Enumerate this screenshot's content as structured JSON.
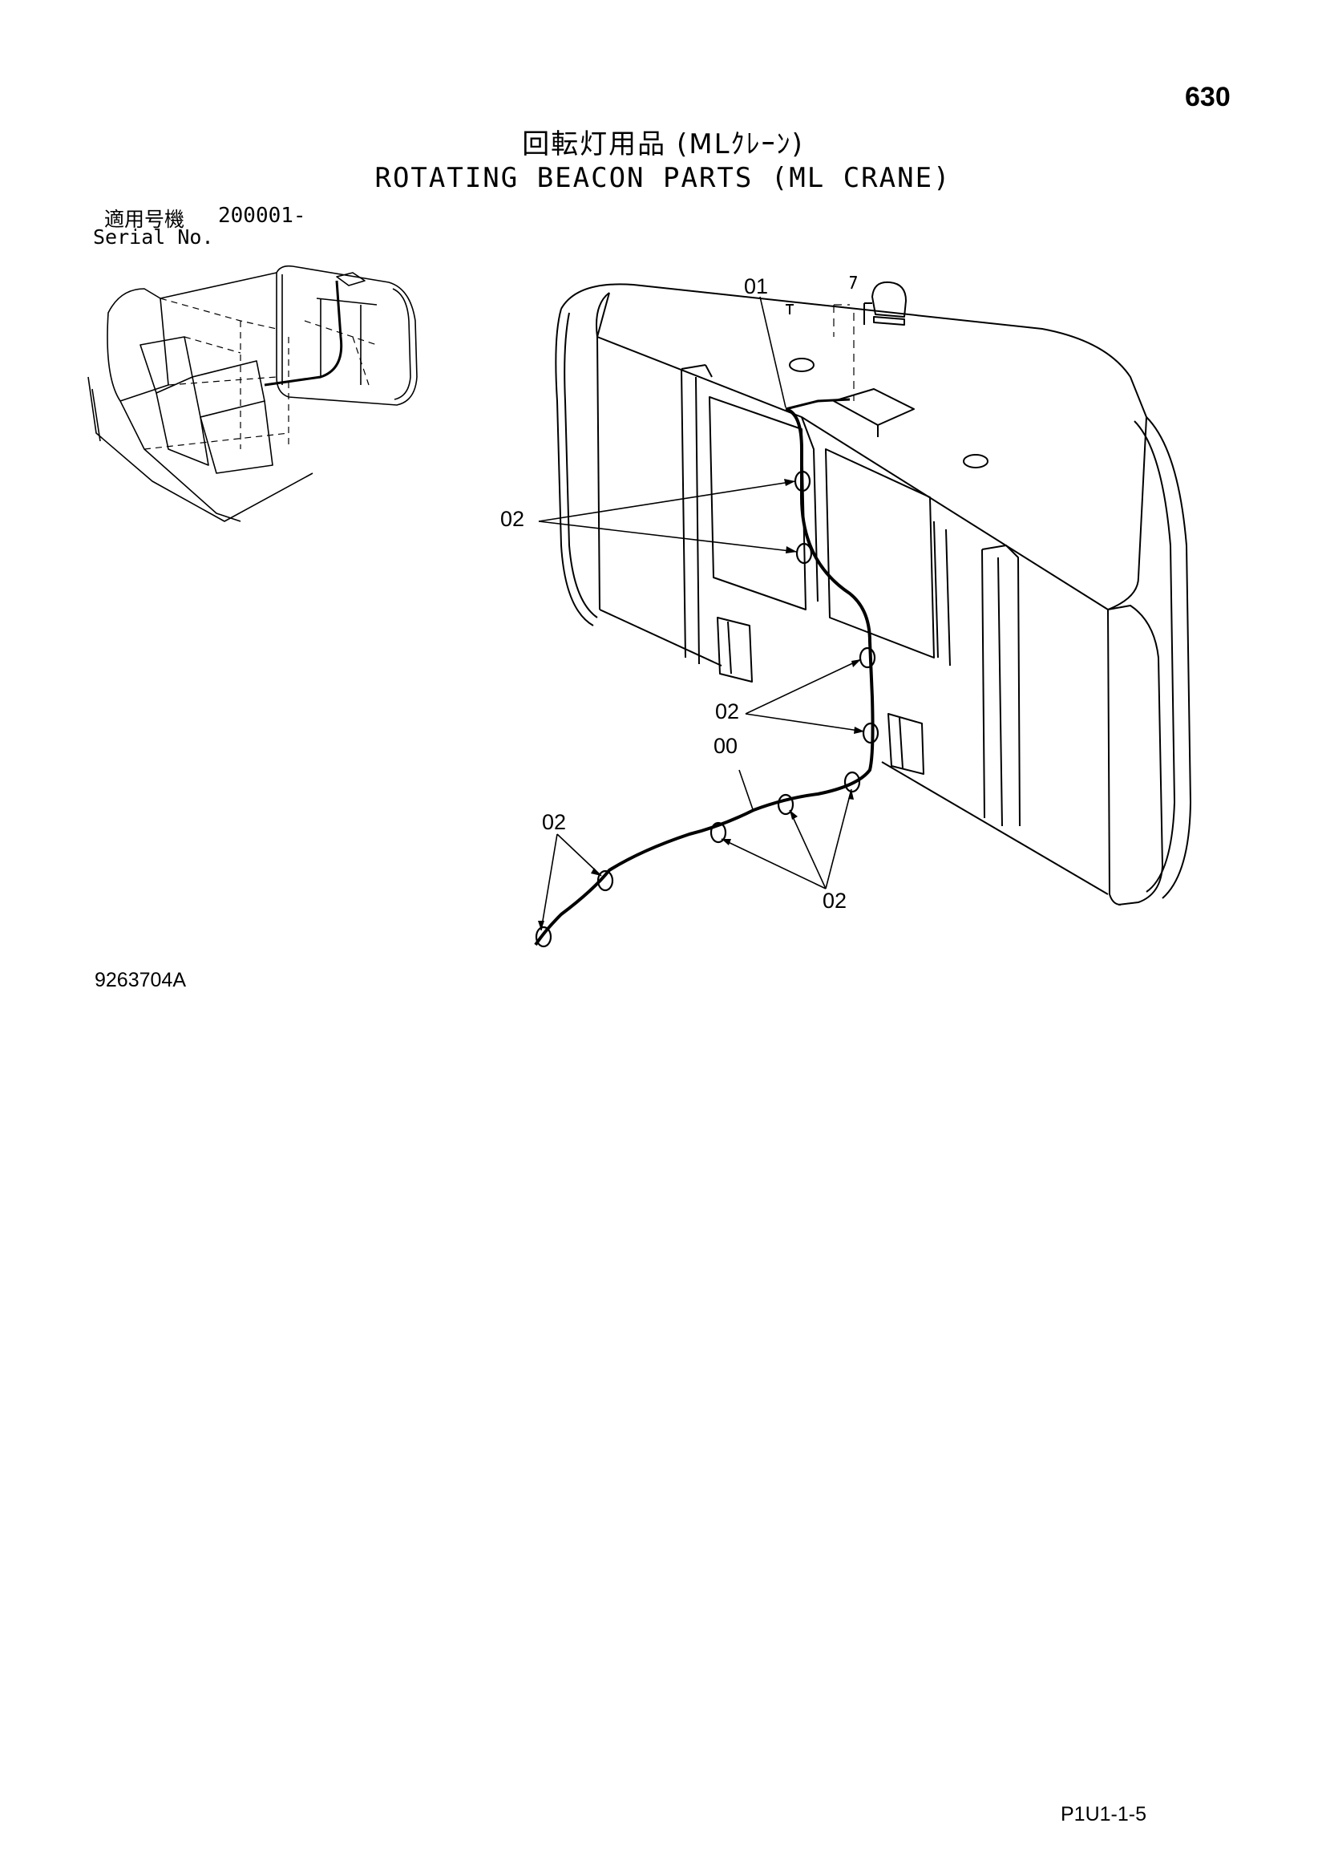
{
  "page_number": "630",
  "title_jp": "回転灯用品 (MLｸﾚｰﾝ)",
  "title_en": "ROTATING BEACON PARTS (ML CRANE)",
  "serial": {
    "label_jp": "適用号機",
    "label_en": "Serial No.",
    "value": "200001-"
  },
  "callouts": [
    "01",
    "02",
    "02",
    "00",
    "02",
    "02"
  ],
  "drawing_number": "9263704A",
  "footer_code": "P1U1-1-5"
}
